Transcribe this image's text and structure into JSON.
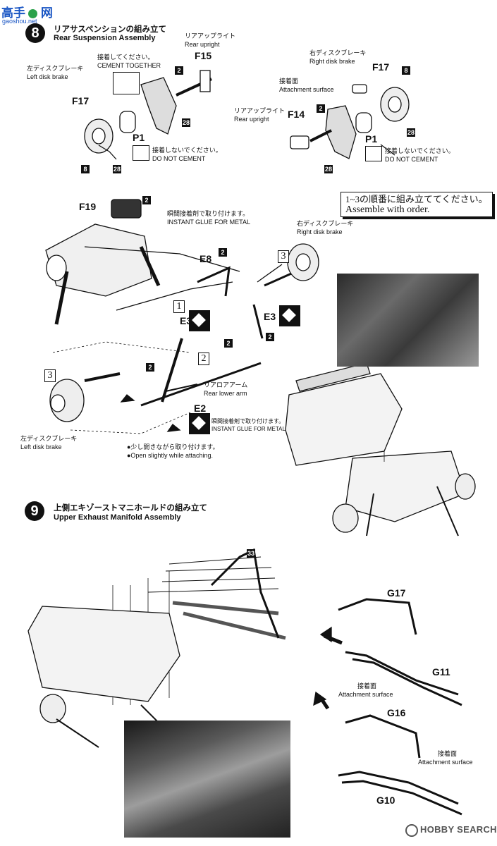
{
  "watermark_top": {
    "line1": "高手",
    "line2": "网",
    "url": "gaoshou.net"
  },
  "step8": {
    "number": "8",
    "title_jp": "リアサスペンションの組み立て",
    "title_en": "Rear Suspension Assembly",
    "labels": {
      "rear_upright_jp_1": "リアアップライト",
      "rear_upright_en_1": "Rear upright",
      "cement_jp": "接着してください。",
      "cement_en": "CEMENT TOGETHER",
      "left_disk_jp": "左ディスクブレーキ",
      "left_disk_en": "Left disk brake",
      "no_cement_jp_1": "接着しないでください。",
      "no_cement_en_1": "DO NOT CEMENT",
      "right_disk_jp": "右ディスクブレーキ",
      "right_disk_en": "Right disk brake",
      "attach_jp_1": "接着面",
      "attach_en_1": "Attachment surface",
      "rear_upright_jp_2": "リアアップライト",
      "rear_upright_en_2": "Rear upright",
      "no_cement_jp_2": "接着しないでください。",
      "no_cement_en_2": "DO NOT CEMENT",
      "order_jp": "1~3の順番に組み立ててください。",
      "order_en": "Assemble with order.",
      "instant_glue_jp": "瞬間接着剤で取り付けます。",
      "instant_glue_en": "INSTANT GLUE FOR METAL",
      "right_disk_jp_2": "右ディスクブレーキ",
      "right_disk_en_2": "Right disk brake",
      "rear_lower_jp": "リアロアアーム",
      "rear_lower_en": "Rear lower arm",
      "instant_glue_jp_2": "瞬間接着剤で取り付けます。",
      "instant_glue_en_2": "INSTANT GLUE FOR METAL",
      "left_disk_jp_2": "左ディスクブレーキ",
      "left_disk_en_2": "Left disk brake",
      "open_jp": "●少し開きながら取り付けます。",
      "open_en": "●Open slightly while attaching."
    },
    "parts": {
      "f15": "F15",
      "f17a": "F17",
      "p1a": "P1",
      "f17b": "F17",
      "f14": "F14",
      "p1b": "P1",
      "f19": "F19",
      "e8": "E8",
      "e3a": "E3",
      "e3b": "E3",
      "e2": "E2"
    },
    "markers": {
      "m2": "2",
      "m8": "8",
      "m28": "28",
      "m33": "33"
    },
    "order_nums": {
      "o1": "1",
      "o2": "2",
      "o3": "3"
    }
  },
  "step9": {
    "number": "9",
    "title_jp": "上側エキゾーストマニホールドの組み立て",
    "title_en": "Upper Exhaust Manifold Assembly",
    "parts": {
      "g17": "G17",
      "g11": "G11",
      "g16": "G16",
      "g10": "G10"
    },
    "labels": {
      "attach_jp_a": "接着面",
      "attach_en_a": "Attachment surface",
      "attach_jp_b": "接着面",
      "attach_en_b": "Attachment surface"
    }
  },
  "footer": {
    "brand": "HOBBY SEARCH"
  }
}
